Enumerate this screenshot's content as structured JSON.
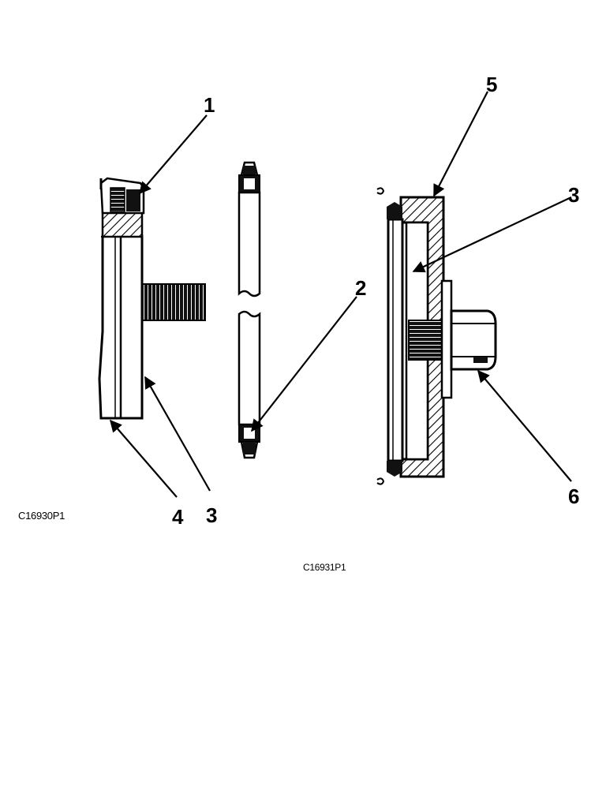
{
  "figure": {
    "left_caption": "C16930P1",
    "bottom_caption": "C16931P1"
  },
  "callouts": {
    "c1": "1",
    "c2": "2",
    "c3_left": "3",
    "c3_right": "3",
    "c4": "4",
    "c5": "5",
    "c6": "6"
  }
}
